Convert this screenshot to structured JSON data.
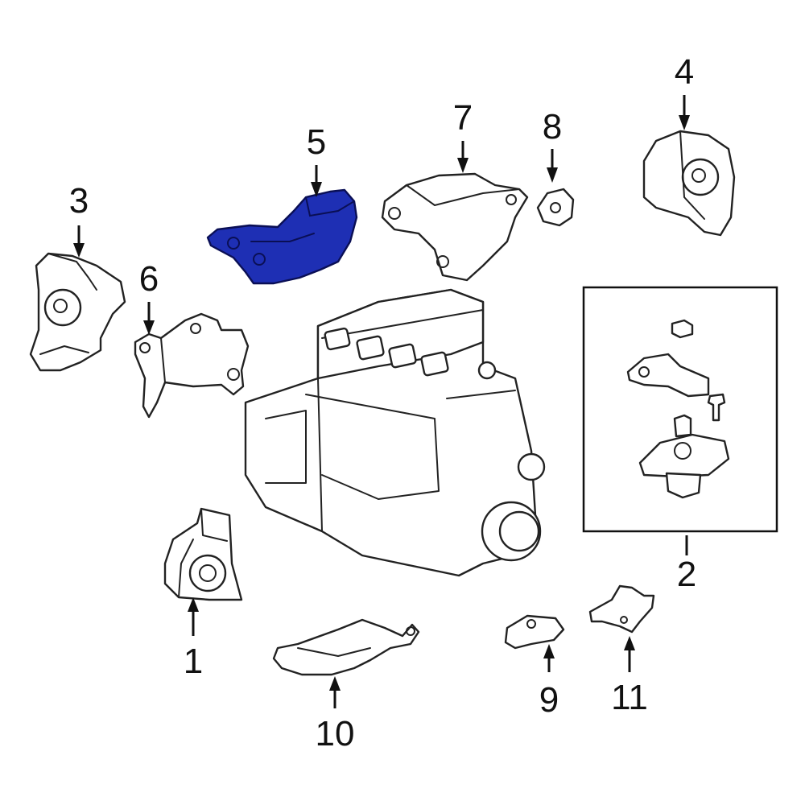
{
  "diagram": {
    "callouts": [
      {
        "id": "1",
        "label": "1"
      },
      {
        "id": "2",
        "label": "2"
      },
      {
        "id": "3",
        "label": "3"
      },
      {
        "id": "4",
        "label": "4"
      },
      {
        "id": "5",
        "label": "5"
      },
      {
        "id": "6",
        "label": "6"
      },
      {
        "id": "7",
        "label": "7"
      },
      {
        "id": "8",
        "label": "8"
      },
      {
        "id": "9",
        "label": "9"
      },
      {
        "id": "10",
        "label": "10"
      },
      {
        "id": "11",
        "label": "11"
      }
    ],
    "highlighted_part": "5",
    "colors": {
      "highlight": "#1e2fb4",
      "line": "#222222",
      "background": "#ffffff"
    }
  }
}
